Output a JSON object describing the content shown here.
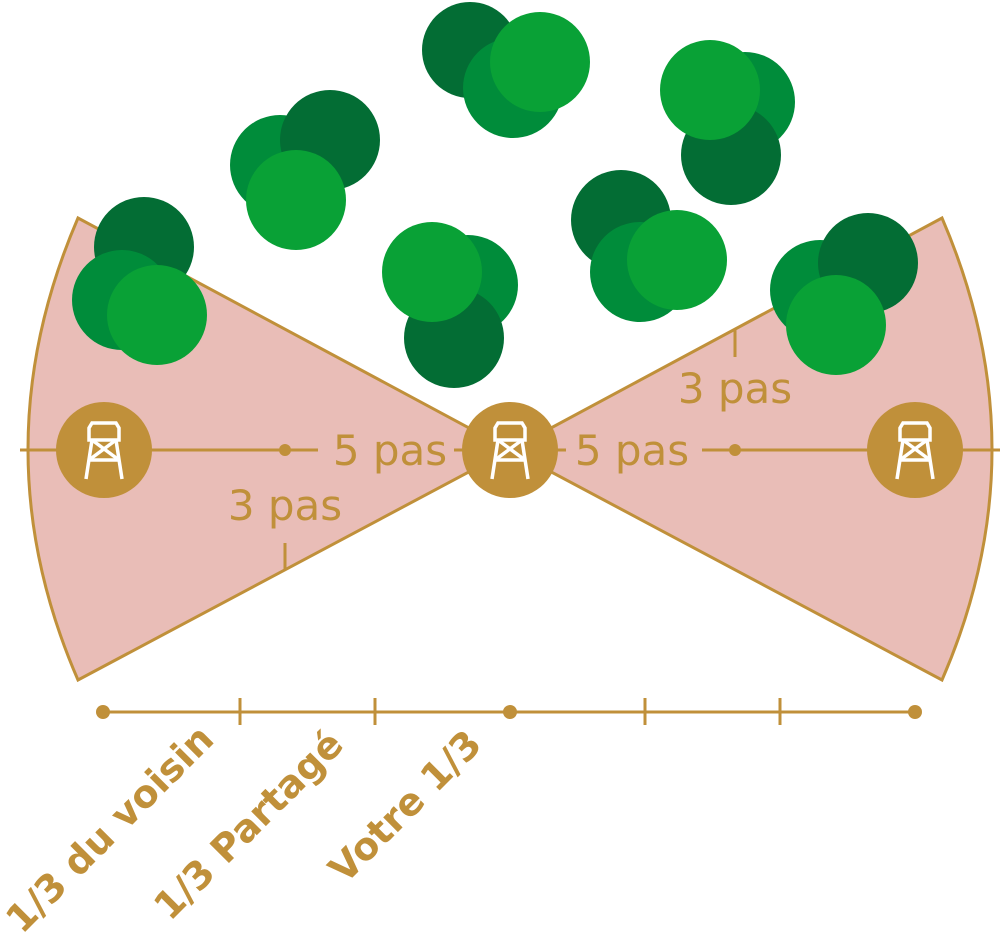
{
  "colors": {
    "gold": "#c0903a",
    "wedge": "#e9bdb7",
    "tree_dark": "#036d34",
    "tree_mid": "#008c3a",
    "tree_light": "#09a136"
  },
  "distances": {
    "left_5": "5 pas",
    "left_3": "3 pas",
    "right_5": "5 pas",
    "right_3": "3 pas"
  },
  "zones": {
    "neighbor": "1/3 du voisin",
    "shared": "1/3 Partagé",
    "yours": "Votre 1/3"
  },
  "icons": [
    "watchtower-icon",
    "watchtower-icon",
    "watchtower-icon"
  ]
}
